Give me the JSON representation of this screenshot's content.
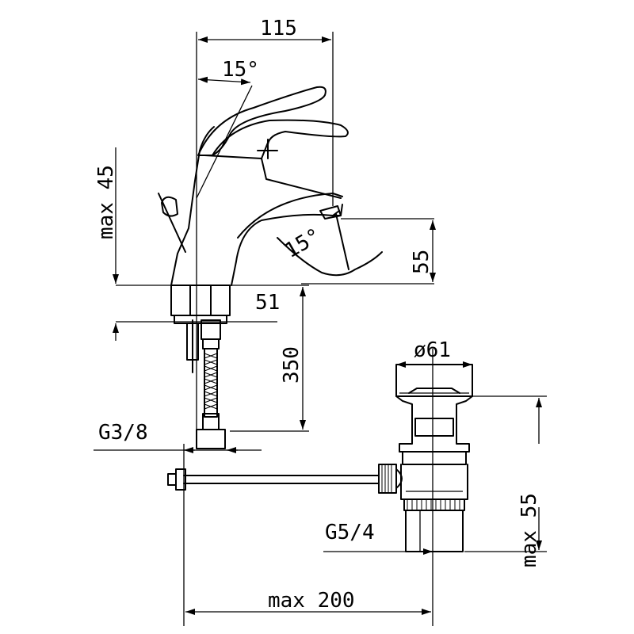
{
  "dimensions": {
    "top_width": "115",
    "lever_angle_top": "15°",
    "lever_angle_bottom": "15°",
    "lever_height": "max 45",
    "spout_height": "55",
    "base_diameter": "51",
    "hose_length": "350",
    "hose_thread": "G3/8",
    "waste_diameter": "ø61",
    "waste_height": "max 55",
    "waste_thread": "G5/4",
    "rod_length": "max 200"
  }
}
